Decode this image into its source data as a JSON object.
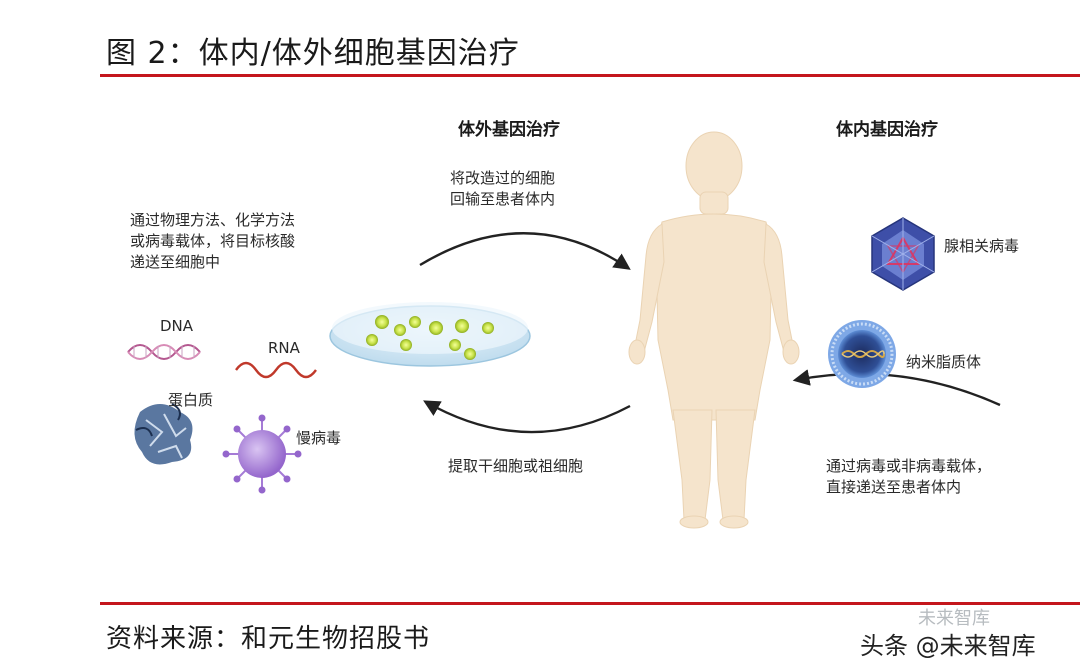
{
  "figure": {
    "title": "图 2：体内/体外细胞基因治疗",
    "source": "资料来源：和元生物招股书"
  },
  "watermark": {
    "text": "头条 @未来智库",
    "faint_text": "未来智库"
  },
  "diagram": {
    "ex_vivo": {
      "heading": "体外基因治疗",
      "return_label": [
        "将改造过的细胞",
        "回输至患者体内"
      ],
      "delivery_label": [
        "通过物理方法、化学方法",
        "或病毒载体，将目标核酸",
        "递送至细胞中"
      ],
      "extract_label": "提取干细胞或祖细胞"
    },
    "in_vivo": {
      "heading": "体内基因治疗",
      "direct_label": [
        "通过病毒或非病毒载体，",
        "直接递送至患者体内"
      ]
    },
    "payloads": {
      "dna": "DNA",
      "rna": "RNA",
      "protein": "蛋白质",
      "lentivirus": "慢病毒"
    },
    "vectors": {
      "aav": "腺相关病毒",
      "lnp": "纳米脂质体"
    },
    "colors": {
      "accent_red": "#c4161c",
      "body_skin": "#f5e4cc",
      "arrow": "#222222",
      "dna_strand": "#b4578f",
      "rna_strand": "#c0392b",
      "virus": "#a57bd6",
      "aav": "#3e4fa8",
      "lnp": "#3a6cb8",
      "cell": "#c8e24a"
    }
  }
}
